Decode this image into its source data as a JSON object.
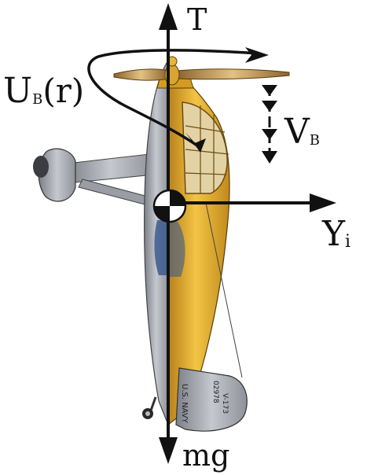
{
  "labels": {
    "thrust": "T",
    "weight": "mg",
    "rotor_velocity_main": "U",
    "rotor_velocity_sub": "B",
    "rotor_velocity_arg": "(r)",
    "descent_velocity_main": "V",
    "descent_velocity_sub": "B",
    "lateral_force_main": "Y",
    "lateral_force_sub": "i"
  },
  "fuselage_markings": {
    "navy": "U.S. NAVY",
    "serial": "02978",
    "model": "V-173"
  },
  "colors": {
    "fuselage_yellow": "#e2ab27",
    "fuselage_gray": "#a9acb2",
    "propeller": "#c49a52",
    "arrow": "#111111"
  }
}
